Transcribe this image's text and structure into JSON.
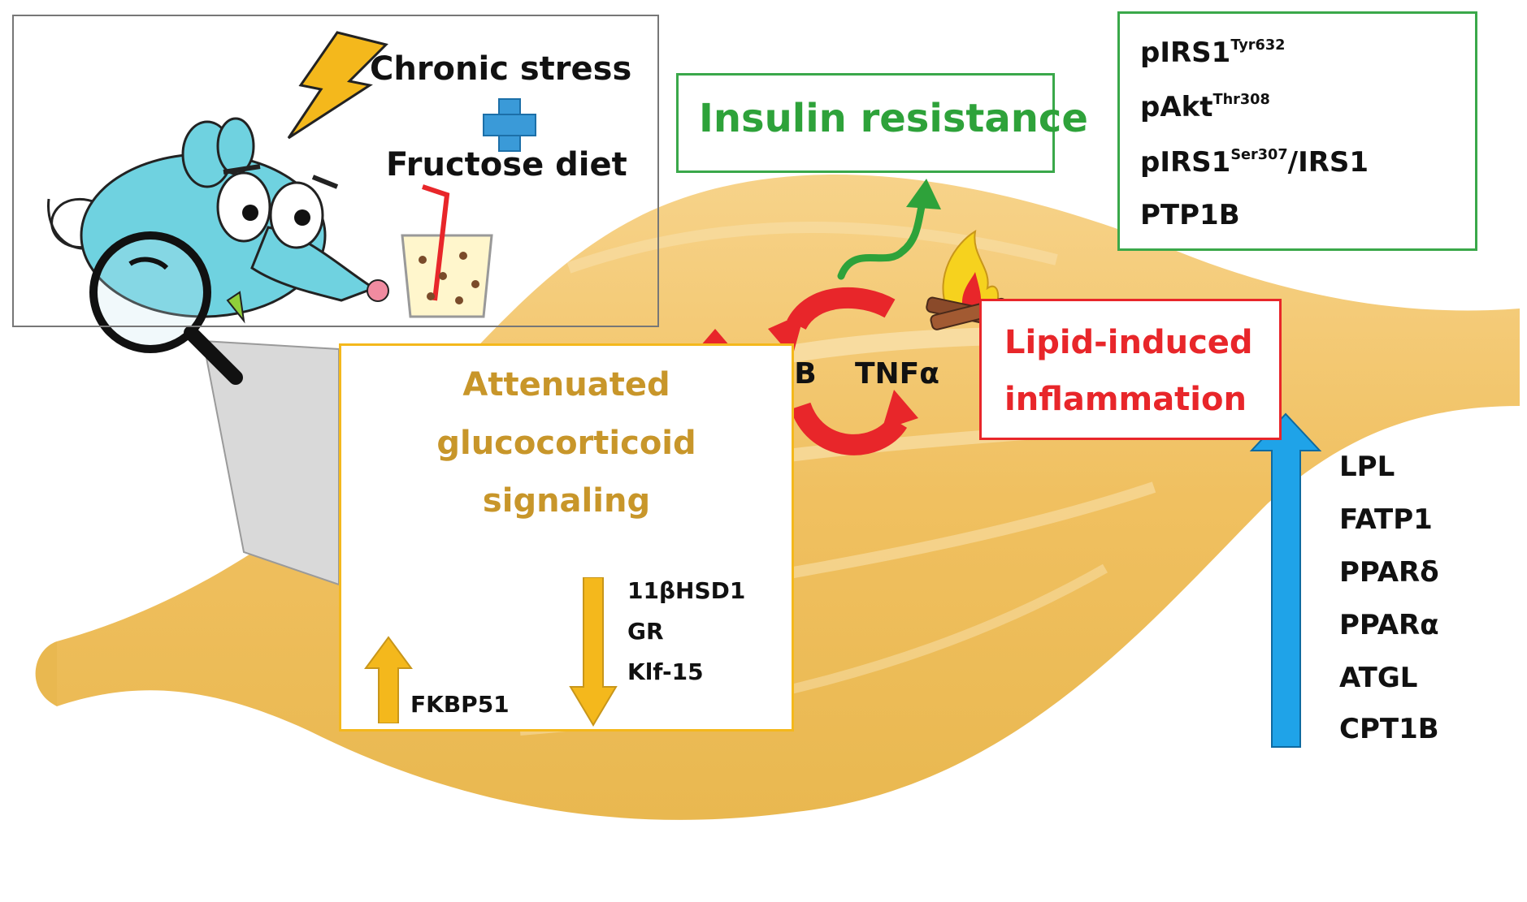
{
  "stress_panel": {
    "line1": "Chronic stress",
    "line2": "Fructose diet"
  },
  "insulin_box": {
    "title": "Insulin resistance"
  },
  "insulin_markers": {
    "items": [
      {
        "base": "pIRS1",
        "sup": "Tyr632",
        "suffix": ""
      },
      {
        "base": "pAkt",
        "sup": "Thr308",
        "suffix": ""
      },
      {
        "base": "pIRS1",
        "sup": "Ser307",
        "suffix": "/IRS1"
      },
      {
        "base": "PTP1B",
        "sup": "",
        "suffix": ""
      }
    ],
    "down_color": "#1e8a23",
    "up_color": "#1e8a23"
  },
  "cycle": {
    "left": "NFκB",
    "right": "TNFα",
    "color": "#e8262a"
  },
  "lipid_box": {
    "line1": "Lipid-induced",
    "line2": "inflammation",
    "color": "#e8262a"
  },
  "gluco_box": {
    "line1": "Attenuated",
    "line2": "glucocorticoid",
    "line3": "signaling",
    "color": "#c8962a",
    "up_gene": "FKBP51",
    "down_genes": [
      "11βHSD1",
      "GR",
      "Klf-15"
    ]
  },
  "lipid_genes": {
    "items": [
      "LPL",
      "FATP1",
      "PPARδ",
      "PPARα",
      "ATGL",
      "CPT1B"
    ],
    "arrow_color": "#1fa3e8"
  },
  "colors": {
    "muscle": "#f2c46a",
    "insulin_green": "#3aa84a",
    "gluco_orange": "#f4b81c",
    "plus_blue": "#3a9ad8"
  }
}
